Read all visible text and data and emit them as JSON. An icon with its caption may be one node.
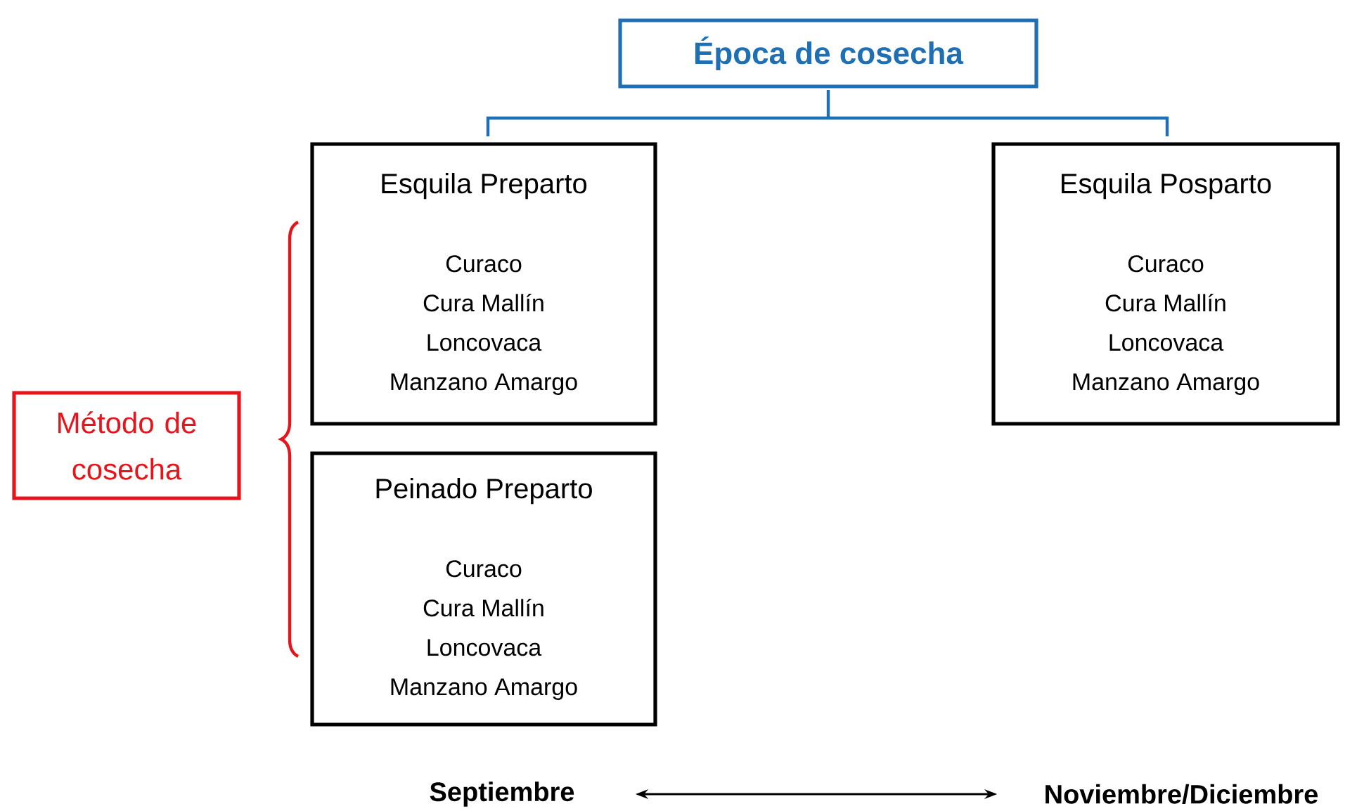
{
  "diagram": {
    "nodes": [
      {
        "text": [
          "Época de cosecha"
        ]
      },
      {
        "text": [
          "Esquila Preparto",
          "Curaco",
          "Cura Mallín",
          "Loncovaca",
          "Manzano Amargo"
        ]
      },
      {
        "text": [
          "Esquila Posparto",
          "Curaco",
          "Cura Mallín",
          "Loncovaca",
          "Manzano Amargo"
        ]
      },
      {
        "text": [
          "Peinado Preparto",
          "Curaco",
          "Cura Mallín",
          "Loncovaca",
          "Manzano Amargo"
        ]
      },
      {
        "text": [
          "Método de cosecha"
        ]
      },
      {
        "text": [
          "Septiembre"
        ]
      },
      {
        "text": [
          "Noviembre/Diciembre"
        ]
      }
    ],
    "edges": [
      {
        "from": 5,
        "to": 6,
        "arrow": "both"
      }
    ]
  }
}
